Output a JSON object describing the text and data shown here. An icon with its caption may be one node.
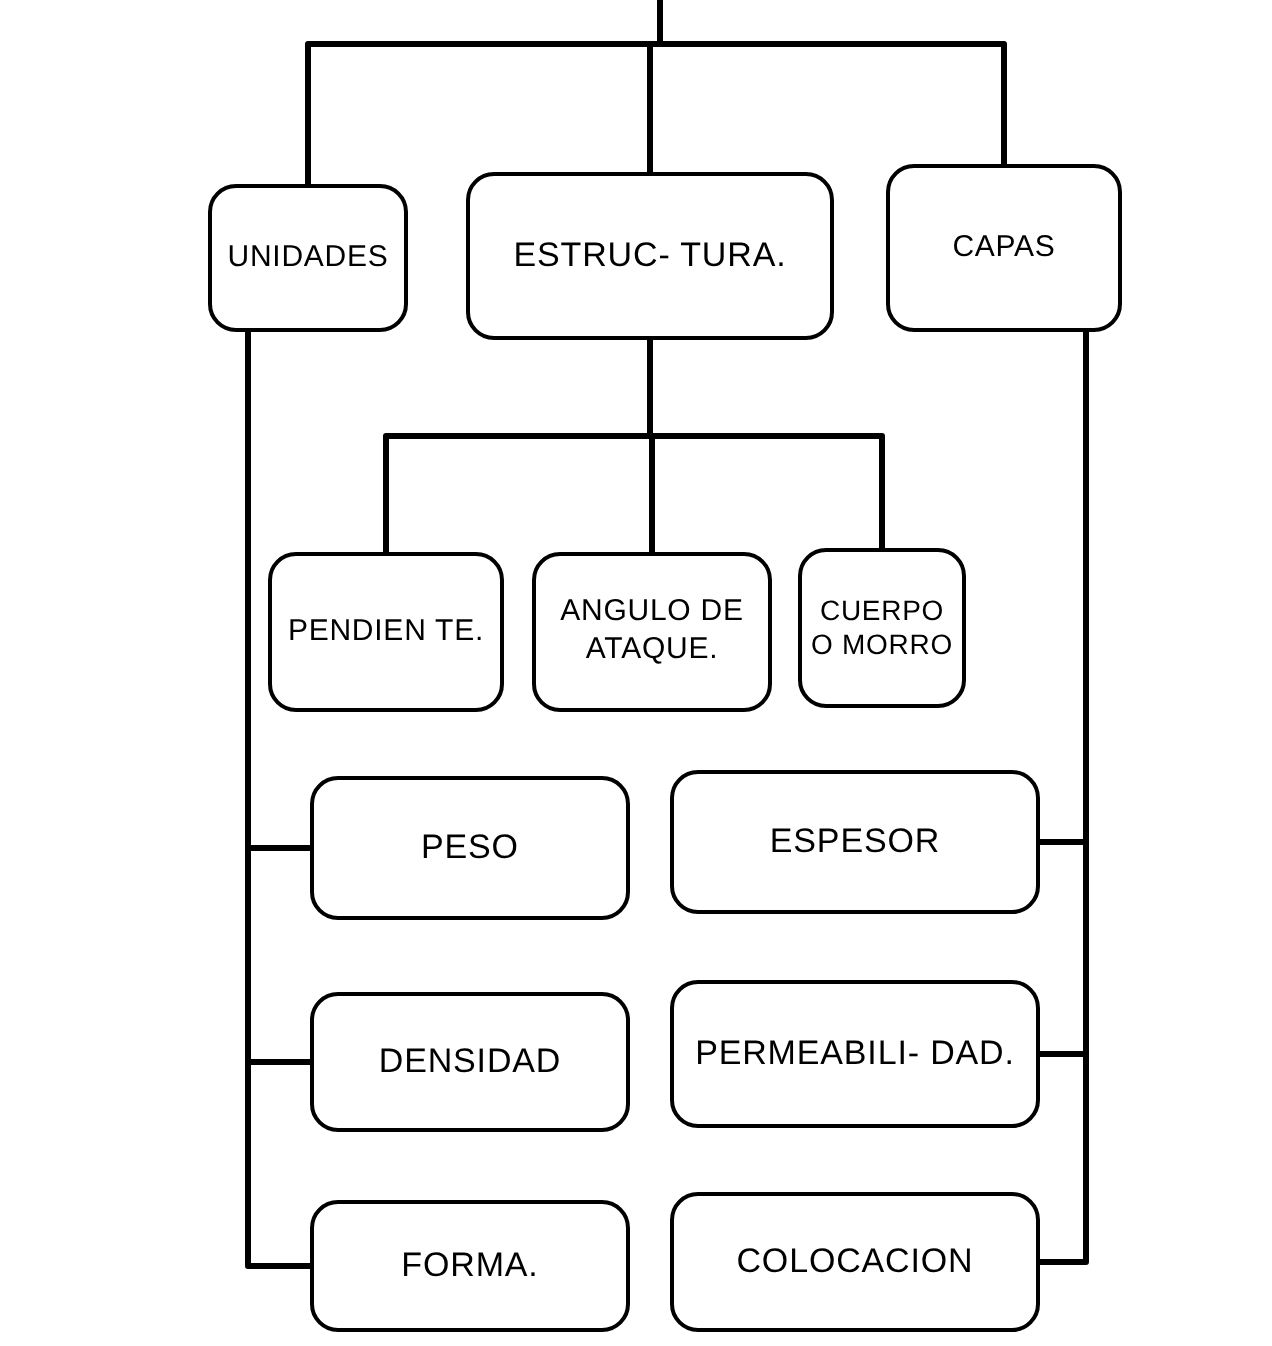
{
  "diagram": {
    "nodes": [
      {
        "text": [
          "UNIDADES"
        ]
      },
      {
        "text": [
          "ESTRUC- TURA."
        ]
      },
      {
        "text": [
          "CAPAS"
        ]
      },
      {
        "text": [
          "PENDIEN TE."
        ]
      },
      {
        "text": [
          "ANGULO DE ATAQUE."
        ]
      },
      {
        "text": [
          "CUERPO O MORRO"
        ]
      },
      {
        "text": [
          "PESO"
        ]
      },
      {
        "text": [
          "DENSIDAD"
        ]
      },
      {
        "text": [
          "FORMA."
        ]
      },
      {
        "text": [
          "ESPESOR"
        ]
      },
      {
        "text": [
          "PERMEABILI- DAD."
        ]
      },
      {
        "text": [
          "COLOCACION"
        ]
      }
    ],
    "edges": [
      {
        "from": null,
        "to": 0,
        "arrow": "none"
      },
      {
        "from": null,
        "to": 1,
        "arrow": "none"
      },
      {
        "from": null,
        "to": 2,
        "arrow": "none"
      },
      {
        "from": 1,
        "to": 3,
        "arrow": "none"
      },
      {
        "from": 1,
        "to": 4,
        "arrow": "none"
      },
      {
        "from": 1,
        "to": 5,
        "arrow": "none"
      },
      {
        "from": 0,
        "to": 6,
        "arrow": "none"
      },
      {
        "from": 0,
        "to": 7,
        "arrow": "none"
      },
      {
        "from": 0,
        "to": 8,
        "arrow": "none"
      },
      {
        "from": 2,
        "to": 9,
        "arrow": "none"
      },
      {
        "from": 2,
        "to": 10,
        "arrow": "none"
      },
      {
        "from": 2,
        "to": 11,
        "arrow": "none"
      }
    ]
  }
}
